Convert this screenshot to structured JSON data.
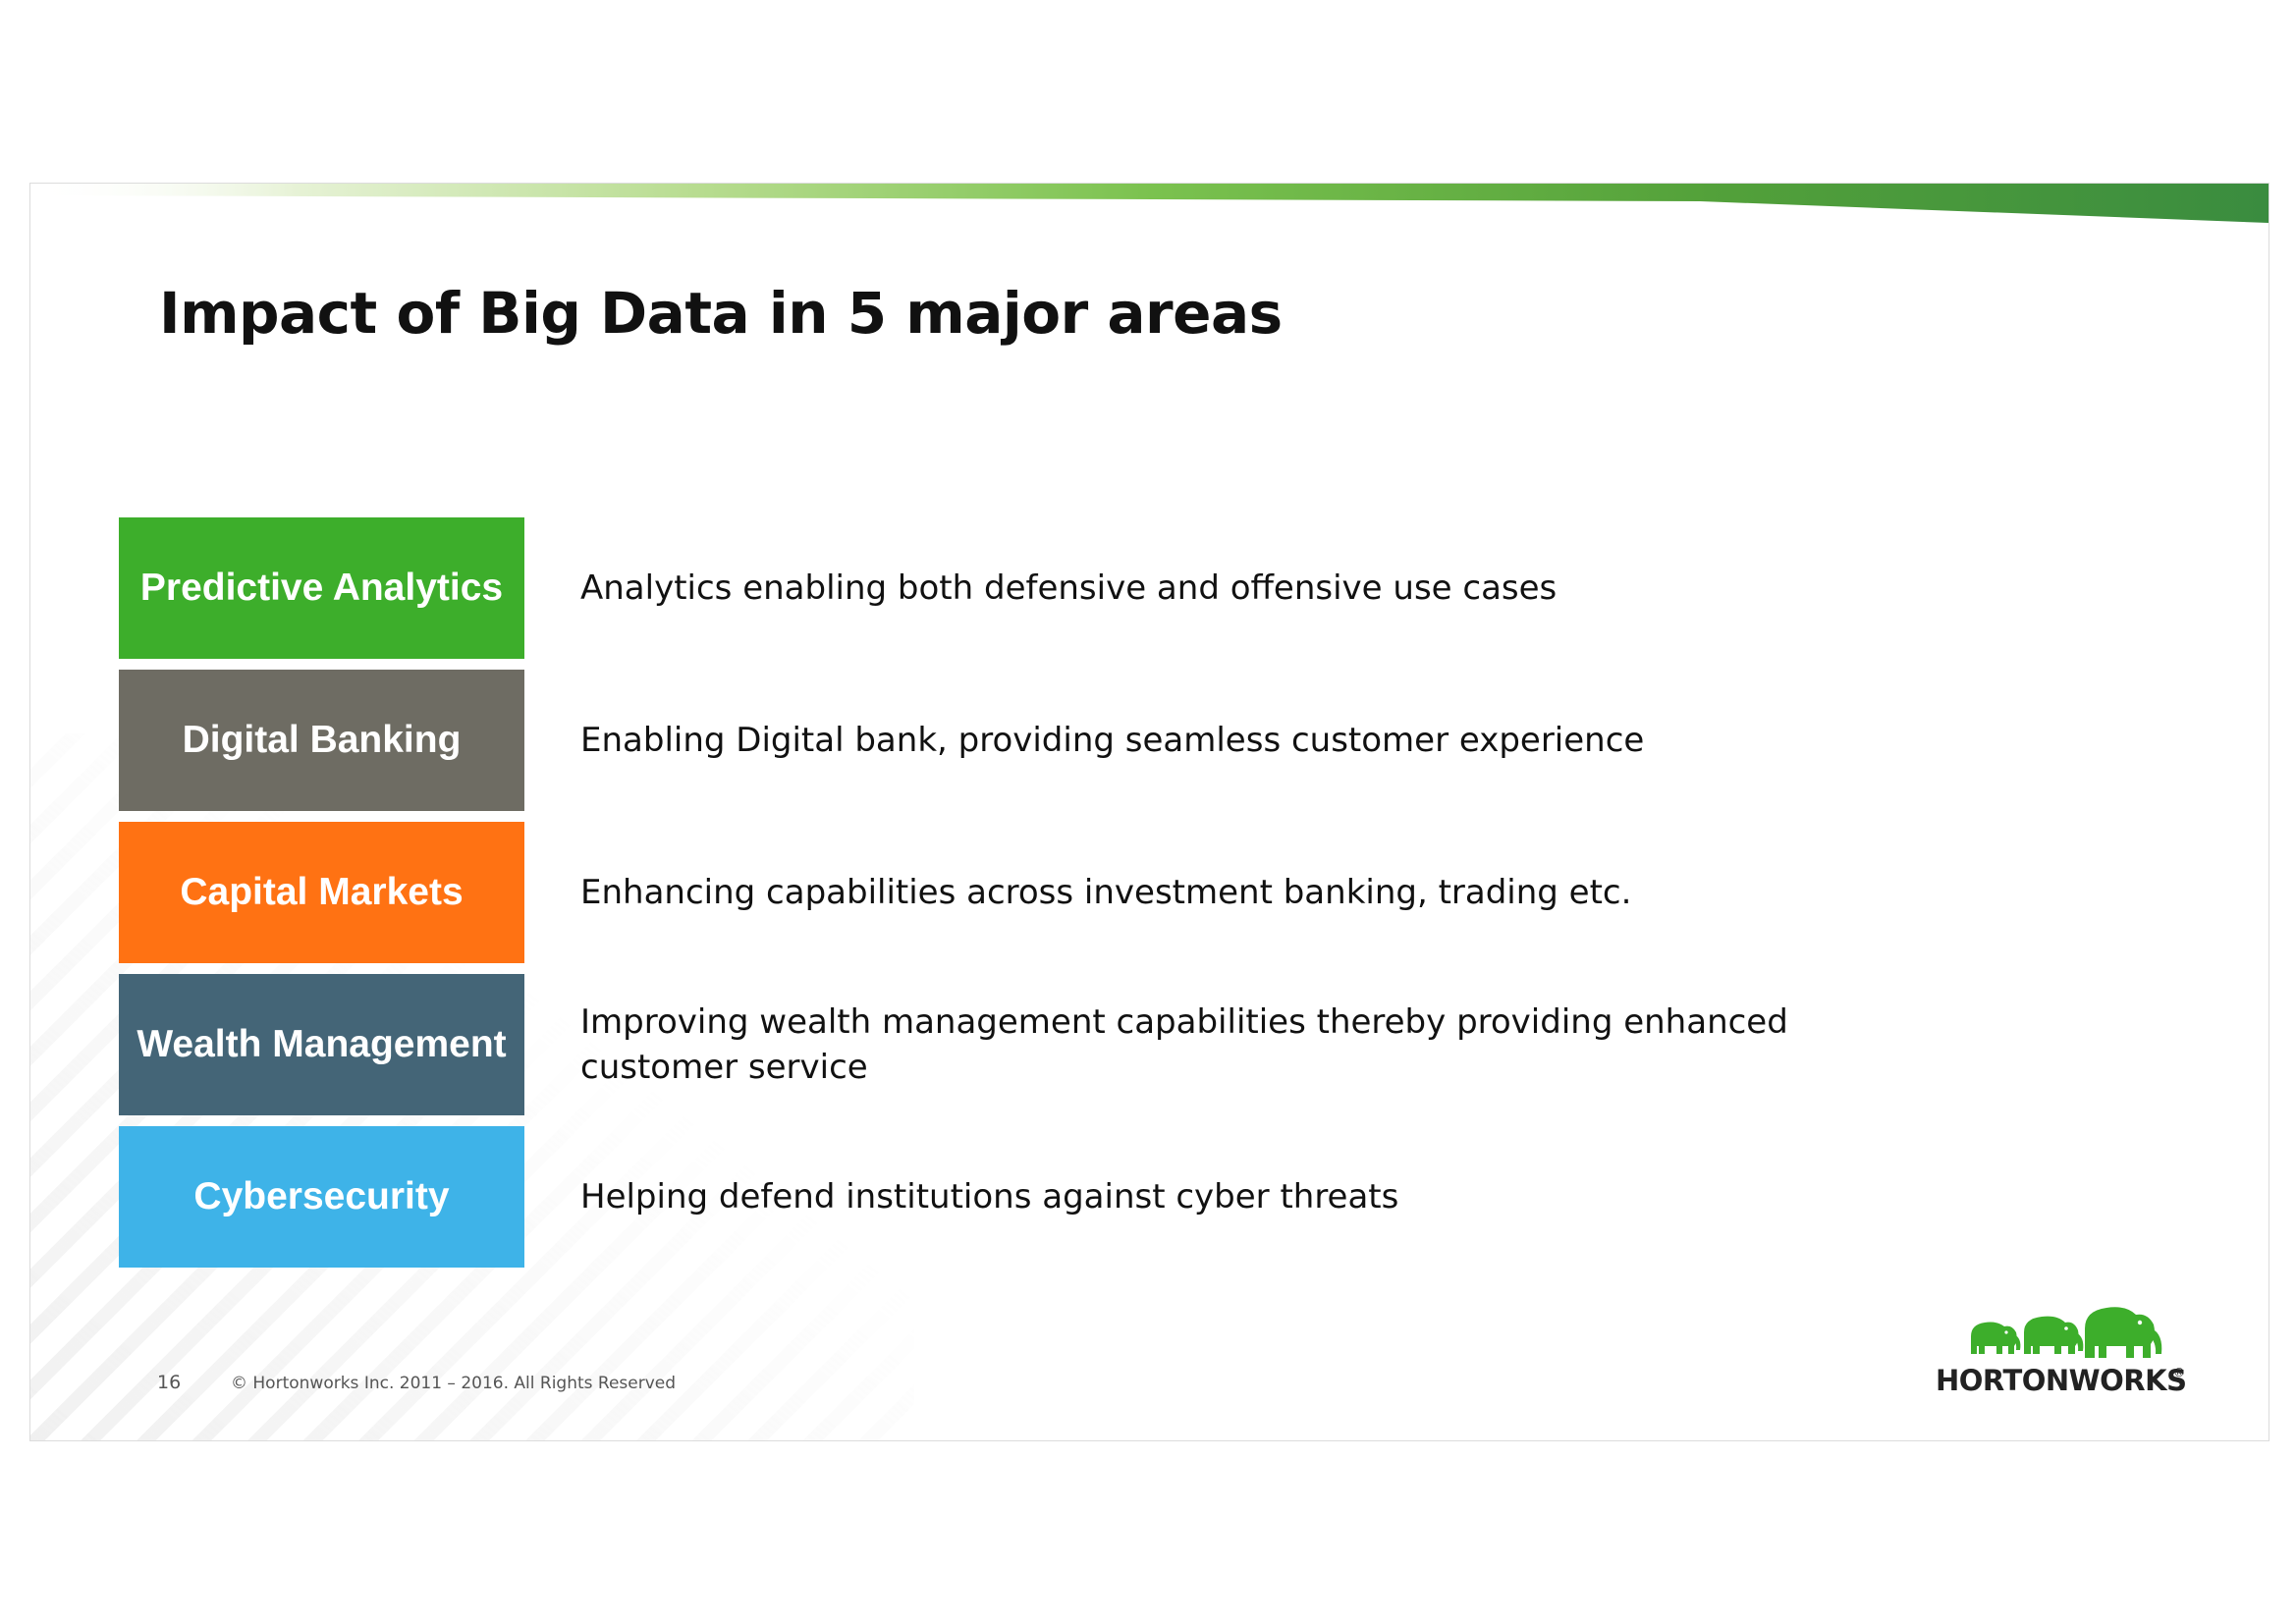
{
  "slide": {
    "title": "Impact of Big Data in 5 major areas",
    "areas": [
      {
        "label": "Predictive Analytics",
        "description": "Analytics enabling both defensive and offensive use cases",
        "color": "#3dae2b"
      },
      {
        "label": "Digital Banking",
        "description": "Enabling Digital bank, providing seamless customer experience",
        "color": "#6e6c63"
      },
      {
        "label": "Capital Markets",
        "description": "Enhancing capabilities across investment banking, trading etc.",
        "color": "#ff7213"
      },
      {
        "label": "Wealth Management",
        "description": "Improving wealth management capabilities thereby providing enhanced customer service",
        "color": "#446577"
      },
      {
        "label": "Cybersecurity",
        "description": "Helping defend institutions against cyber threats",
        "color": "#3eb3e8"
      }
    ]
  },
  "footer": {
    "page_number": "16",
    "copyright": "© Hortonworks Inc. 2011 – 2016. All Rights Reserved"
  },
  "logo": {
    "text": "HORTONWORKS",
    "registered_mark": "®",
    "icon": "elephants-icon",
    "color": "#3dae2b"
  },
  "theme": {
    "accent_green": "#3a8c3f",
    "light_green": "#b7dc8f"
  }
}
